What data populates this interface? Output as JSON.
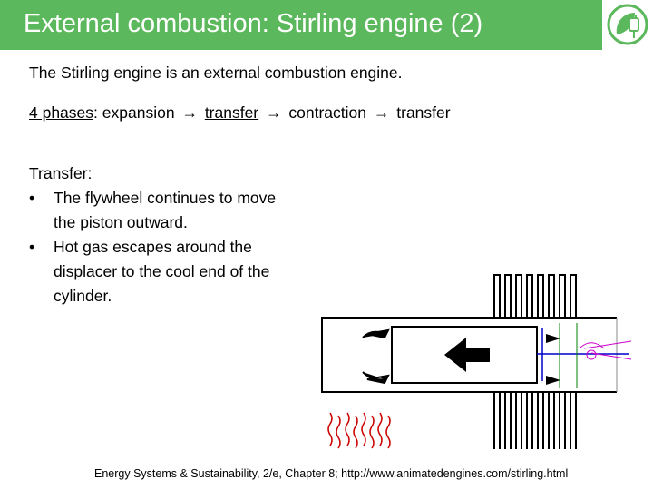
{
  "slide": {
    "title": "External combustion: Stirling engine (2)",
    "intro": "The Stirling engine is an external combustion engine.",
    "phases": {
      "label": "4 phases",
      "sep": ": ",
      "first": "expansion",
      "second": "transfer",
      "third": "contraction",
      "fourth": "transfer",
      "arrow": "→"
    },
    "section_heading": "Transfer:",
    "bullet_symbol": "•",
    "bullets": [
      {
        "line1": "The flywheel continues to move",
        "line2": "the piston outward."
      },
      {
        "line1": "Hot gas escapes around the",
        "line2": "displacer to the cool end of the",
        "line3": "cylinder."
      }
    ],
    "caption": "Energy Systems & Sustainability, 2/e, Chapter 8; http://www.animatedengines.com/stirling.html"
  },
  "colors": {
    "title_bar": "#5cb85c",
    "piston_rod": "#0000cc",
    "flywheel_guide": "#008000",
    "crank_links": "#cc00cc",
    "heat_waves": "#cc0000"
  },
  "icons": {
    "logo": "plug-leaf-logo-icon"
  }
}
